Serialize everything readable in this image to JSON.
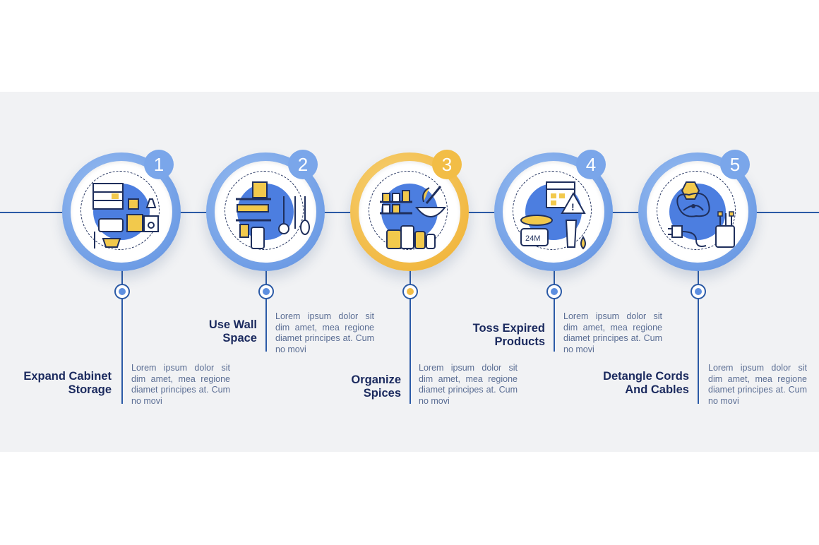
{
  "steps": [
    {
      "number": "1",
      "title": "Expand Cabinet\nStorage",
      "desc": "Lorem ipsum dolor sit dim amet, mea regione diamet principes at. Cum no movi",
      "accent": "#5d8fe0",
      "icon": "kitchen-cabinet-icon"
    },
    {
      "number": "2",
      "title": "Use Wall\nSpace",
      "desc": "Lorem ipsum dolor sit dim amet, mea regione diamet principes at. Cum no movi",
      "accent": "#5d8fe0",
      "icon": "wall-rack-utensils-icon"
    },
    {
      "number": "3",
      "title": "Organize\nSpices",
      "desc": "Lorem ipsum dolor sit dim amet, mea regione diamet principes at. Cum no movi",
      "accent": "#efae2c",
      "icon": "spice-rack-mortar-icon"
    },
    {
      "number": "4",
      "title": "Toss Expired\nProducts",
      "desc": "Lorem ipsum dolor sit dim amet, mea regione diamet principes at. Cum no movi",
      "accent": "#5d8fe0",
      "icon": "expired-products-icon",
      "jar_label": "24M"
    },
    {
      "number": "5",
      "title": "Detangle Cords\nAnd Cables",
      "desc": "Lorem ipsum dolor sit dim amet, mea regione diamet principes at. Cum no movi",
      "accent": "#5d8fe0",
      "icon": "tangled-cables-icon"
    }
  ],
  "colors": {
    "band": "#f1f2f4",
    "line": "#2b5aa6",
    "title": "#1b2a5e",
    "text": "#5b6e94",
    "blue": "#5d8fe0",
    "yellow": "#efae2c"
  }
}
